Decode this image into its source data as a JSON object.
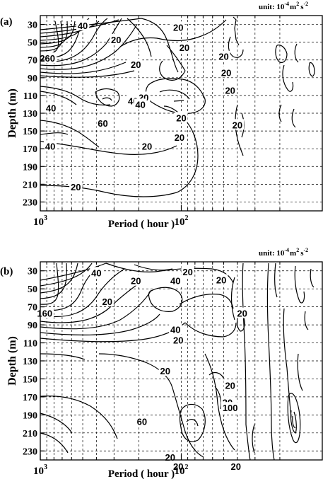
{
  "chart_data": [
    {
      "type": "contour",
      "panel_label": "(a)",
      "unit_text": "unit: 10",
      "unit_exp1": "-4",
      "unit_mid": "m",
      "unit_exp2": "2",
      "unit_tail": "s",
      "unit_exp3": "-2",
      "xlabel": "Period ( hour )",
      "ylabel": "Depth (m)",
      "x_scale": "log",
      "x_reversed": true,
      "xlim": [
        1000,
        10
      ],
      "ylim": [
        240,
        20
      ],
      "y_ticks": [
        30,
        50,
        70,
        90,
        110,
        130,
        150,
        170,
        190,
        210,
        230
      ],
      "x_ticks": [
        {
          "base": "10",
          "exp": "3",
          "value": 1000
        },
        {
          "base": "10",
          "exp": "2",
          "value": 100
        }
      ],
      "grid": true,
      "contour_labels": [
        {
          "text": "40",
          "period": 500,
          "depth": 31
        },
        {
          "text": "20",
          "period": 105,
          "depth": 33
        },
        {
          "text": "20",
          "period": 290,
          "depth": 47
        },
        {
          "text": "20",
          "period": 95,
          "depth": 56
        },
        {
          "text": "260",
          "period": 890,
          "depth": 68
        },
        {
          "text": "20",
          "period": 210,
          "depth": 75
        },
        {
          "text": "20",
          "period": 50,
          "depth": 66
        },
        {
          "text": "20",
          "period": 48,
          "depth": 84
        },
        {
          "text": "20",
          "period": 185,
          "depth": 112
        },
        {
          "text": "40",
          "period": 220,
          "depth": 116
        },
        {
          "text": "40",
          "period": 195,
          "depth": 120
        },
        {
          "text": "40",
          "period": 840,
          "depth": 124
        },
        {
          "text": "20",
          "period": 45,
          "depth": 104
        },
        {
          "text": "60",
          "period": 360,
          "depth": 141
        },
        {
          "text": "20",
          "period": 100,
          "depth": 135
        },
        {
          "text": "20",
          "period": 40,
          "depth": 143
        },
        {
          "text": "20",
          "period": 103,
          "depth": 157
        },
        {
          "text": "20",
          "period": 175,
          "depth": 167
        },
        {
          "text": "40",
          "period": 850,
          "depth": 167
        },
        {
          "text": "20",
          "period": 560,
          "depth": 213
        }
      ]
    },
    {
      "type": "contour",
      "panel_label": "(b)",
      "unit_text": "unit: 10",
      "unit_exp1": "-4",
      "unit_mid": "m",
      "unit_exp2": "2",
      "unit_tail": "s",
      "unit_exp3": "-2",
      "xlabel": "Period ( hour )",
      "ylabel": "Depth (m)",
      "x_scale": "log",
      "x_reversed": true,
      "xlim": [
        1000,
        10
      ],
      "ylim": [
        240,
        20
      ],
      "y_ticks": [
        30,
        50,
        70,
        90,
        110,
        130,
        150,
        170,
        190,
        210,
        230
      ],
      "x_ticks": [
        {
          "base": "10",
          "exp": "3",
          "value": 1000
        },
        {
          "base": "10",
          "exp": "2",
          "value": 100
        }
      ],
      "grid": true,
      "contour_labels": [
        {
          "text": "20",
          "period": 90,
          "depth": 31
        },
        {
          "text": "40",
          "period": 400,
          "depth": 32
        },
        {
          "text": "40",
          "period": 110,
          "depth": 41
        },
        {
          "text": "20",
          "period": 210,
          "depth": 41
        },
        {
          "text": "20",
          "period": 52,
          "depth": 40
        },
        {
          "text": "20",
          "period": 335,
          "depth": 64
        },
        {
          "text": "160",
          "period": 930,
          "depth": 77
        },
        {
          "text": "20",
          "period": 37,
          "depth": 77
        },
        {
          "text": "40",
          "period": 110,
          "depth": 95
        },
        {
          "text": "20",
          "period": 105,
          "depth": 107
        },
        {
          "text": "20",
          "period": 130,
          "depth": 141
        },
        {
          "text": "20",
          "period": 45,
          "depth": 157
        },
        {
          "text": "20",
          "period": 47,
          "depth": 176
        },
        {
          "text": "100",
          "period": 45,
          "depth": 182
        },
        {
          "text": "60",
          "period": 190,
          "depth": 197
        },
        {
          "text": "20",
          "period": 120,
          "depth": 237
        },
        {
          "text": "20",
          "period": 105,
          "depth": 247
        },
        {
          "text": "20",
          "period": 41,
          "depth": 247
        }
      ]
    }
  ]
}
